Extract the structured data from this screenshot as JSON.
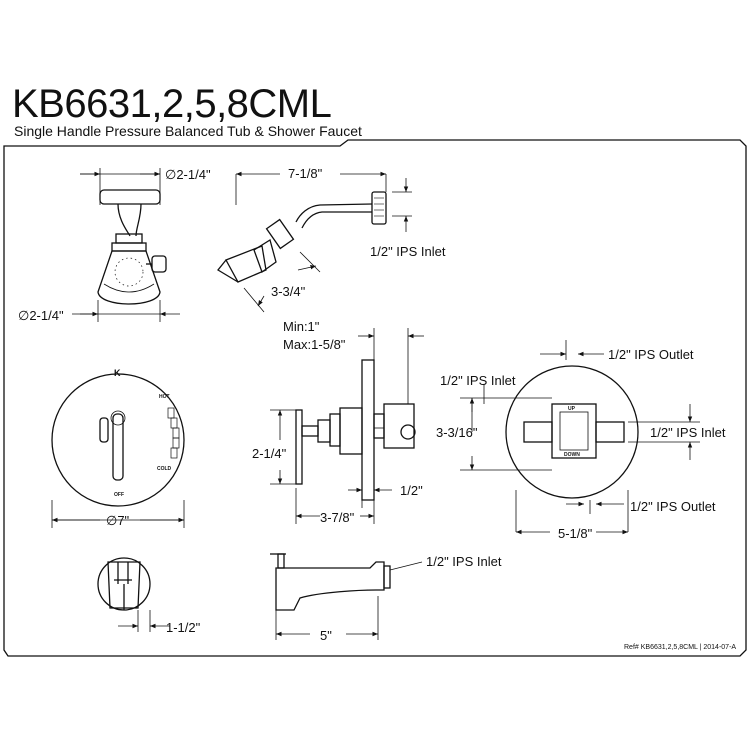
{
  "header": {
    "model": "KB6631,2,5,8CML",
    "description": "Single Handle Pressure Balanced Tub & Shower Faucet"
  },
  "shower_head": {
    "top_diameter": "∅2-1/4\"",
    "bottom_diameter": "∅2-1/4\""
  },
  "shower_arm": {
    "length": "7-1/8\"",
    "inlet": "1/2\" IPS Inlet",
    "drop": "3-3/4\""
  },
  "valve_trim": {
    "hot": "HOT",
    "cold": "COLD",
    "off": "OFF",
    "diameter": "∅7\""
  },
  "valve_side": {
    "min": "Min:1\"",
    "max": "Max:1-5/8\"",
    "height": "2-1/4\"",
    "depth": "1/2\"",
    "projection": "3-7/8\""
  },
  "valve_back": {
    "outlet_top": "1/2\" IPS Outlet",
    "inlet_left": "1/2\" IPS Inlet",
    "spacing": "3-3/16\"",
    "inlet_right": "1/2\" IPS Inlet",
    "outlet_bottom": "1/2\" IPS Outlet",
    "width": "5-1/8\"",
    "up": "UP",
    "down": "DOWN"
  },
  "tub_spout": {
    "diverter_dim": "1-1/2\"",
    "inlet": "1/2\" IPS Inlet",
    "length": "5\""
  },
  "footer": {
    "ref": "Ref# KB6631,2,5,8CML | 2014-07-A"
  }
}
